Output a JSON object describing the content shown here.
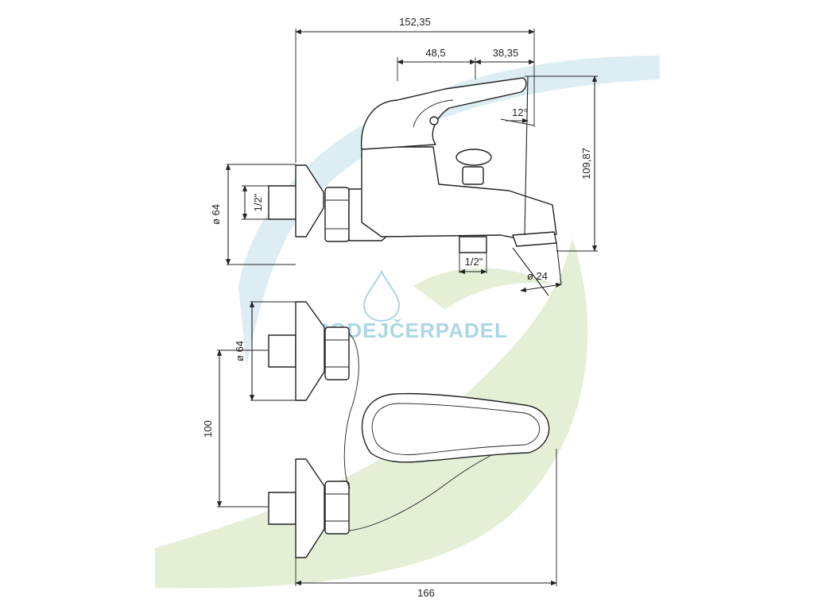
{
  "watermark": {
    "brand": "PRODEJČERPADEL",
    "color": "#9ecfe0"
  },
  "background_colors": {
    "swoosh_blue": "#dcedf3",
    "swoosh_green": "#e4efd6"
  },
  "dimensions": {
    "overall_width_top": "152,35",
    "spout_offset": "48,5",
    "handle_offset": "38,35",
    "angle": "12°",
    "overall_height": "109,87",
    "rosette_diameter_side": "ø 64",
    "thread_side": "1/2\"",
    "thread_diverter": "1/2\"",
    "outlet_diameter": "ø 24",
    "rosette_diameter_top": "ø 64",
    "inlet_spacing": "100",
    "overall_width_bottom": "166"
  }
}
